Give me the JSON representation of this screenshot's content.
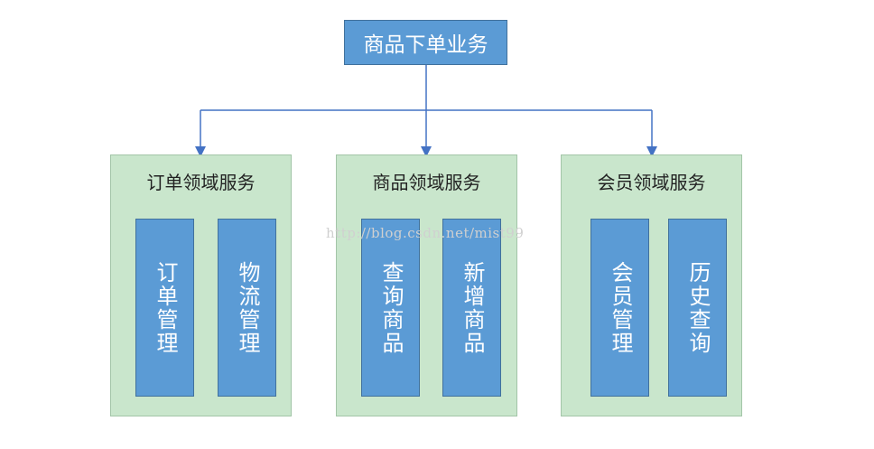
{
  "diagram": {
    "root": {
      "label": "商品下单业务"
    },
    "domains": [
      {
        "title": "订单领域服务",
        "services": [
          "订单管理",
          "物流管理"
        ]
      },
      {
        "title": "商品领域服务",
        "services": [
          "查询商品",
          "新增商品"
        ]
      },
      {
        "title": "会员领域服务",
        "services": [
          "会员管理",
          "历史查询"
        ]
      }
    ],
    "watermark": "http://blog.csdn.net/mist99"
  },
  "colors": {
    "box_fill": "#5b9bd5",
    "box_border": "#41719c",
    "domain_fill": "#c9e6cc",
    "connector": "#4472c4"
  }
}
